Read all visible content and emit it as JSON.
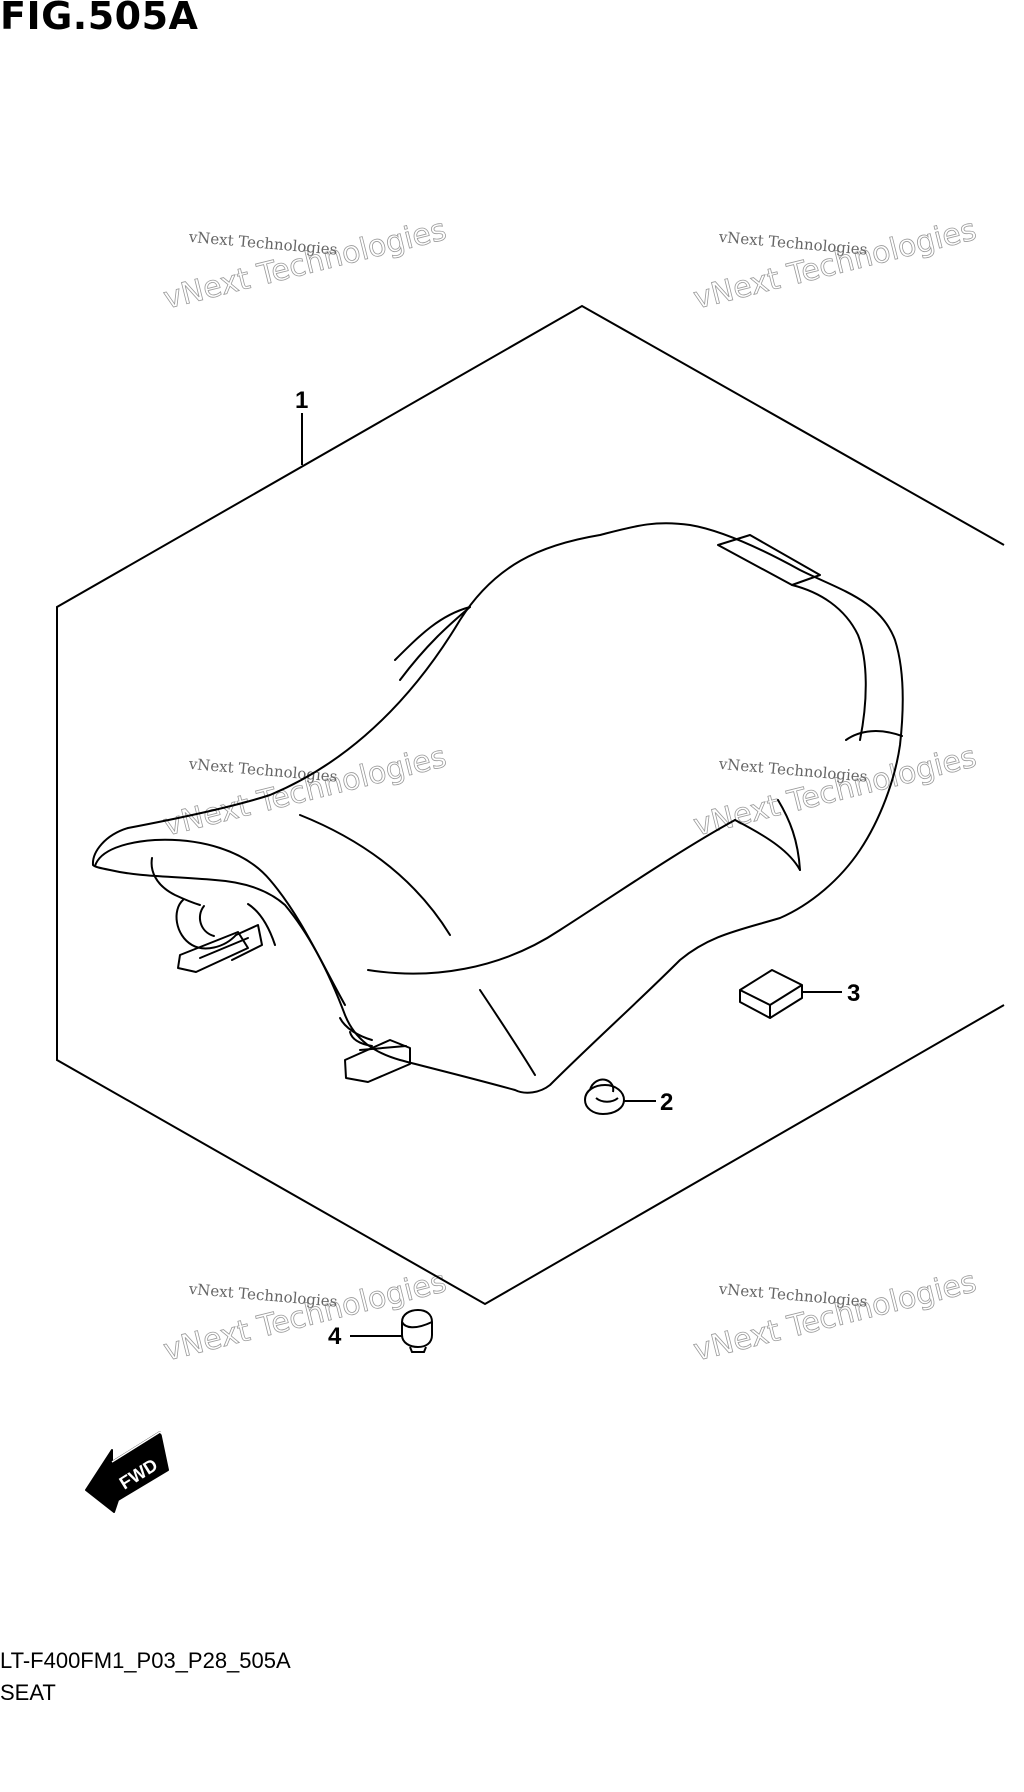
{
  "figure": {
    "title": "FIG.505A",
    "code": "LT-F400FM1_P03_P28_505A",
    "name": "SEAT"
  },
  "callouts": [
    {
      "number": "1",
      "part": "seat-assembly"
    },
    {
      "number": "2",
      "part": "cushion"
    },
    {
      "number": "3",
      "part": "label"
    },
    {
      "number": "4",
      "part": "cushion"
    }
  ],
  "direction_indicator": "FWD",
  "watermark": {
    "small_text": "vNext Technologies",
    "big_text": "vNext Technologies"
  }
}
